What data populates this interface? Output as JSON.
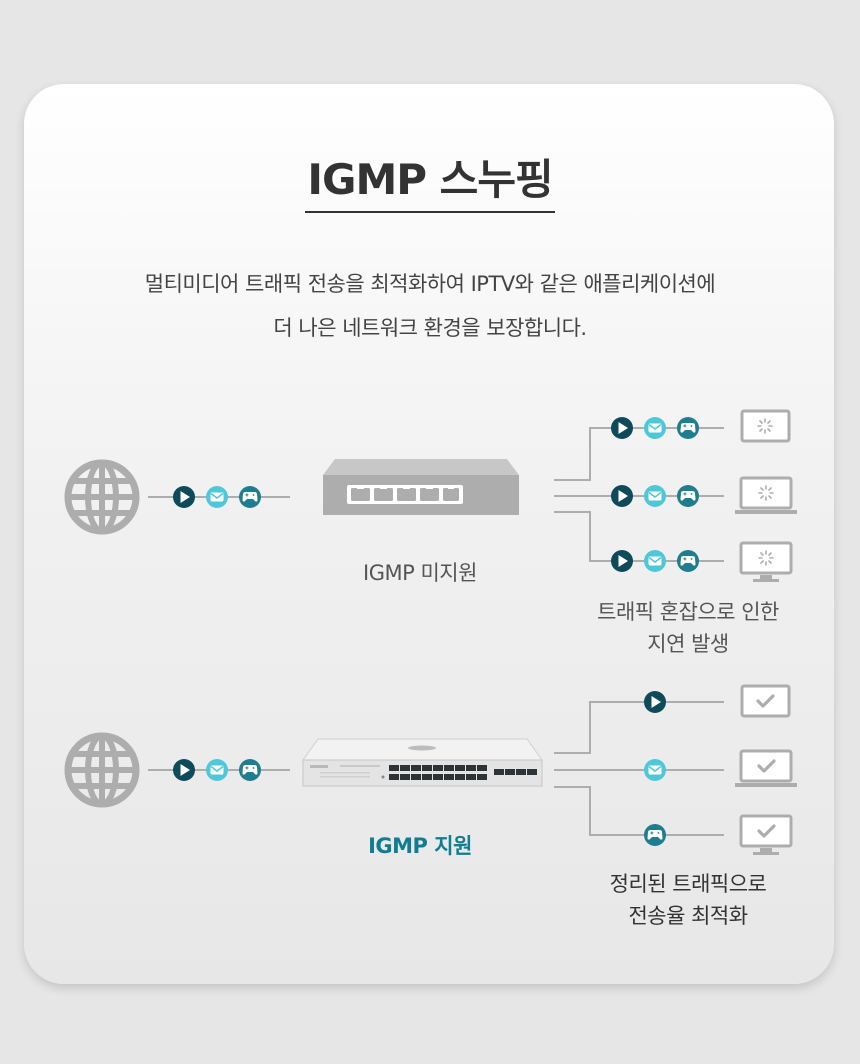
{
  "title": "IGMP 스누핑",
  "description": {
    "line1": "멀티미디어 트래픽 전송을 최적화하여 IPTV와 같은 애플리케이션에",
    "line2": "더 나은 네트워크 환경을 보장합니다."
  },
  "without": {
    "label": "IGMP 미지원",
    "result_line1": "트래픽 혼잡으로 인한",
    "result_line2": "지연 발생"
  },
  "with": {
    "label": "IGMP 지원",
    "result_line1": "정리된 트래픽으로",
    "result_line2": "전송율 최적화"
  },
  "colors": {
    "video": "#0e4a5a",
    "mail": "#4ec8d8",
    "game": "#1e7d8e",
    "accent": "#0f7d92",
    "gray": "#adadad"
  },
  "icons": [
    "globe-icon",
    "play-icon",
    "mail-icon",
    "gamepad-icon",
    "switch-icon",
    "monitor-icon",
    "laptop-icon",
    "desktop-icon",
    "loading-icon",
    "check-icon"
  ]
}
